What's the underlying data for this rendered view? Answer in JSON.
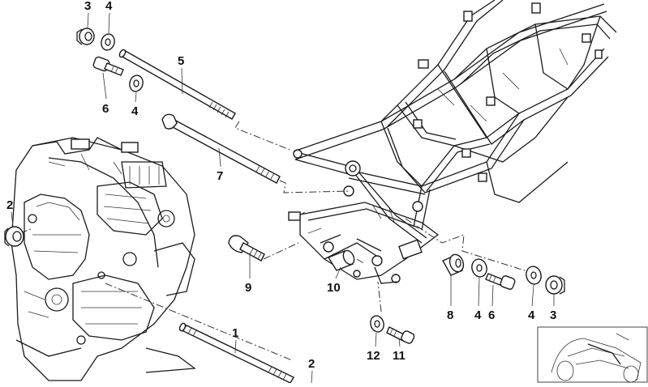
{
  "diagram": {
    "callouts": [
      {
        "id": "c-3a",
        "label": "3"
      },
      {
        "id": "c-4a",
        "label": "4"
      },
      {
        "id": "c-5",
        "label": "5"
      },
      {
        "id": "c-6a",
        "label": "6"
      },
      {
        "id": "c-4b",
        "label": "4"
      },
      {
        "id": "c-7",
        "label": "7"
      },
      {
        "id": "c-2a",
        "label": "2"
      },
      {
        "id": "c-9",
        "label": "9"
      },
      {
        "id": "c-10",
        "label": "10"
      },
      {
        "id": "c-8",
        "label": "8"
      },
      {
        "id": "c-4c",
        "label": "4"
      },
      {
        "id": "c-6b",
        "label": "6"
      },
      {
        "id": "c-4d",
        "label": "4"
      },
      {
        "id": "c-3b",
        "label": "3"
      },
      {
        "id": "c-1",
        "label": "1"
      },
      {
        "id": "c-12",
        "label": "12"
      },
      {
        "id": "c-11",
        "label": "11"
      },
      {
        "id": "c-2b",
        "label": "2"
      }
    ],
    "colors": {
      "line": "#1a1a1a",
      "background": "#ffffff",
      "inset_border": "#444444"
    }
  }
}
